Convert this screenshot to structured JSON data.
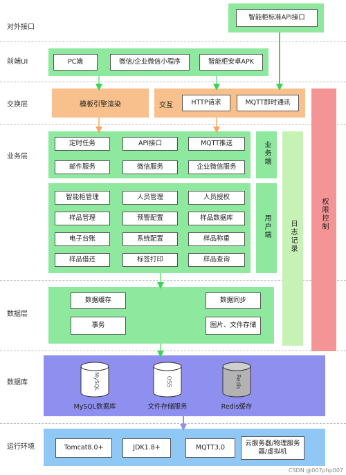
{
  "layers": {
    "external": "对外接口",
    "frontend": "前端UI",
    "exchange": "交换层",
    "business": "业务层",
    "data": "数据层",
    "database": "数据库",
    "runtime": "运行环境"
  },
  "external": {
    "api": "智能柜标准API接口"
  },
  "frontend": {
    "pc": "PC端",
    "wechat": "微信/企业微信小程序",
    "apk": "智能柜安卓APK"
  },
  "exchange": {
    "template": "模板引擎渲染",
    "interact": "交互",
    "http": "HTTP请求",
    "mqtt": "MQTT即时通讯"
  },
  "business_end": {
    "label": "业务端",
    "items": [
      "定时任务",
      "API接口",
      "MQTT推送",
      "邮件服务",
      "微信服务",
      "企业微信服务"
    ]
  },
  "user_end": {
    "label": "用户端",
    "items": [
      "智能柜管理",
      "人员管理",
      "人员授权",
      "样品管理",
      "预警配置",
      "样品数据库",
      "电子台账",
      "系统配置",
      "样品称重",
      "样品借还",
      "标签打印",
      "样品查询"
    ]
  },
  "log": "日志记录",
  "permission": "权限控制",
  "data_layer": {
    "cache": "数据缓存",
    "sync": "数据同步",
    "tx": "事务",
    "storage": "图片、文件存储"
  },
  "database": {
    "mysql": {
      "icon": "MySQL",
      "label": "MySQL数据库"
    },
    "oss": {
      "icon": "OSS",
      "label": "文件存储服务"
    },
    "redis": {
      "icon": "Redis",
      "label": "Redis缓存"
    }
  },
  "runtime": {
    "tomcat": "Tomcat8.0+",
    "jdk": "JDK1.8+",
    "mqtt": "MQTT3.0",
    "server": "云服务器/物理服务器/虚拟机"
  },
  "watermark": "CSDN @007php007",
  "colors": {
    "green": "#8ee89e",
    "light_green": "#c7f2b5",
    "orange": "#f8c08c",
    "purple": "#8f8ff0",
    "blue": "#8fc8f5",
    "red": "#f59494"
  }
}
